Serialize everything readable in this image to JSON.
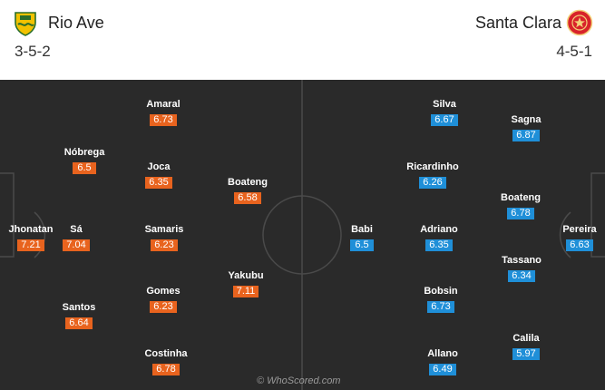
{
  "home": {
    "name": "Rio Ave",
    "formation": "3-5-2",
    "crest_icon": "rio-ave-crest-icon",
    "color": "#e8631e",
    "players": [
      {
        "name": "Jhonatan",
        "rating": "7.21"
      },
      {
        "name": "Nóbrega",
        "rating": "6.5"
      },
      {
        "name": "Sá",
        "rating": "7.04"
      },
      {
        "name": "Santos",
        "rating": "6.64"
      },
      {
        "name": "Amaral",
        "rating": "6.73"
      },
      {
        "name": "Joca",
        "rating": "6.35"
      },
      {
        "name": "Samaris",
        "rating": "6.23"
      },
      {
        "name": "Gomes",
        "rating": "6.23"
      },
      {
        "name": "Costinha",
        "rating": "6.78"
      },
      {
        "name": "Boateng",
        "rating": "6.58"
      },
      {
        "name": "Yakubu",
        "rating": "7.11"
      }
    ]
  },
  "away": {
    "name": "Santa Clara",
    "formation": "4-5-1",
    "crest_icon": "santa-clara-crest-icon",
    "color": "#1f8fd8",
    "players": [
      {
        "name": "Pereira",
        "rating": "6.63"
      },
      {
        "name": "Sagna",
        "rating": "6.87"
      },
      {
        "name": "Boateng",
        "rating": "6.78"
      },
      {
        "name": "Tassano",
        "rating": "6.34"
      },
      {
        "name": "Calila",
        "rating": "5.97"
      },
      {
        "name": "Silva",
        "rating": "6.67"
      },
      {
        "name": "Ricardinho",
        "rating": "6.26"
      },
      {
        "name": "Adriano",
        "rating": "6.35"
      },
      {
        "name": "Bobsin",
        "rating": "6.73"
      },
      {
        "name": "Allano",
        "rating": "6.49"
      },
      {
        "name": "Babi",
        "rating": "6.5"
      }
    ]
  },
  "watermark": "© WhoScored.com"
}
